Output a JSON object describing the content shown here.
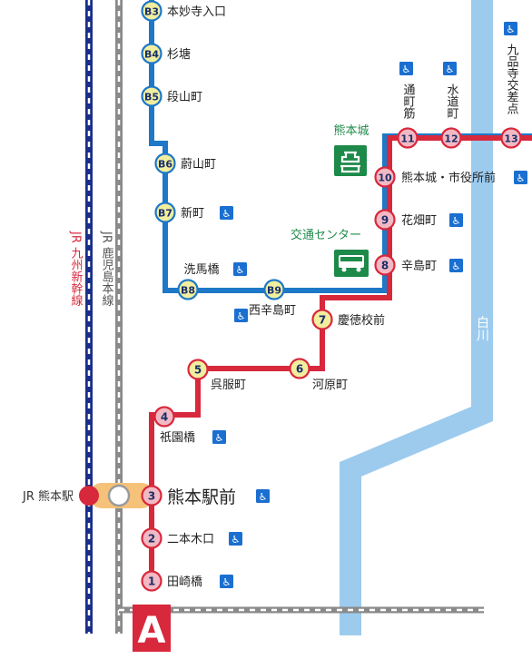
{
  "colors": {
    "line_a": "#d8283c",
    "line_b": "#1e78c8",
    "river": "#9ccbee",
    "jr_shinkansen": "#1a2f8a",
    "jr_line": "#8a8a8a",
    "station_a_fill": "#f2b9c4",
    "station_b_fill": "#f1ee9e",
    "station_b_prefix_fill": "#f1ee9e",
    "castle_green": "#1e8a4a",
    "access_blue": "#1a6fd0",
    "jr_red": "#d8283c",
    "transfer_band": "#f6c27a"
  },
  "rail_lines": {
    "shinkansen_label": "JR 九州新幹線",
    "kagoshima_label": "JR 鹿児島本線"
  },
  "river": {
    "label": "白川"
  },
  "route_badge": "A",
  "jr_station": {
    "label": "JR 熊本駅"
  },
  "landmarks": [
    {
      "id": "castle",
      "label": "熊本城",
      "icon": "castle-icon"
    },
    {
      "id": "bus_center",
      "label": "交通センター",
      "icon": "bus-icon"
    }
  ],
  "stations": [
    {
      "id": "B3",
      "number": "B3",
      "name": "本妙寺入口",
      "line": "B",
      "accessible": false
    },
    {
      "id": "B4",
      "number": "B4",
      "name": "杉塘",
      "line": "B",
      "accessible": false
    },
    {
      "id": "B5",
      "number": "B5",
      "name": "段山町",
      "line": "B",
      "accessible": false
    },
    {
      "id": "B6",
      "number": "B6",
      "name": "蔚山町",
      "line": "B",
      "accessible": false
    },
    {
      "id": "B7",
      "number": "B7",
      "name": "新町",
      "line": "B",
      "accessible": true
    },
    {
      "id": "B8",
      "number": "B8",
      "name": "洗馬橋",
      "line": "B",
      "accessible": true
    },
    {
      "id": "B9",
      "number": "B9",
      "name": "西辛島町",
      "line": "B",
      "accessible": true
    },
    {
      "id": "1",
      "number": "1",
      "name": "田崎橋",
      "line": "A",
      "accessible": true
    },
    {
      "id": "2",
      "number": "2",
      "name": "二本木口",
      "line": "A",
      "accessible": true
    },
    {
      "id": "3",
      "number": "3",
      "name": "熊本駅前",
      "line": "A",
      "accessible": true
    },
    {
      "id": "4",
      "number": "4",
      "name": "祇園橋",
      "line": "A",
      "accessible": true
    },
    {
      "id": "5",
      "number": "5",
      "name": "呉服町",
      "line": "A",
      "accessible": false
    },
    {
      "id": "6",
      "number": "6",
      "name": "河原町",
      "line": "A",
      "accessible": false
    },
    {
      "id": "7",
      "number": "7",
      "name": "慶徳校前",
      "line": "A",
      "accessible": false
    },
    {
      "id": "8",
      "number": "8",
      "name": "辛島町",
      "line": "A",
      "accessible": true
    },
    {
      "id": "9",
      "number": "9",
      "name": "花畑町",
      "line": "A",
      "accessible": true
    },
    {
      "id": "10",
      "number": "10",
      "name": "熊本城・市役所前",
      "line": "A",
      "accessible": true
    },
    {
      "id": "11",
      "number": "11",
      "name": "通町筋",
      "line": "A",
      "accessible": true
    },
    {
      "id": "12",
      "number": "12",
      "name": "水道町",
      "line": "A",
      "accessible": true
    },
    {
      "id": "13",
      "number": "13",
      "name": "九品寺交差点",
      "line": "A",
      "accessible": true
    }
  ]
}
